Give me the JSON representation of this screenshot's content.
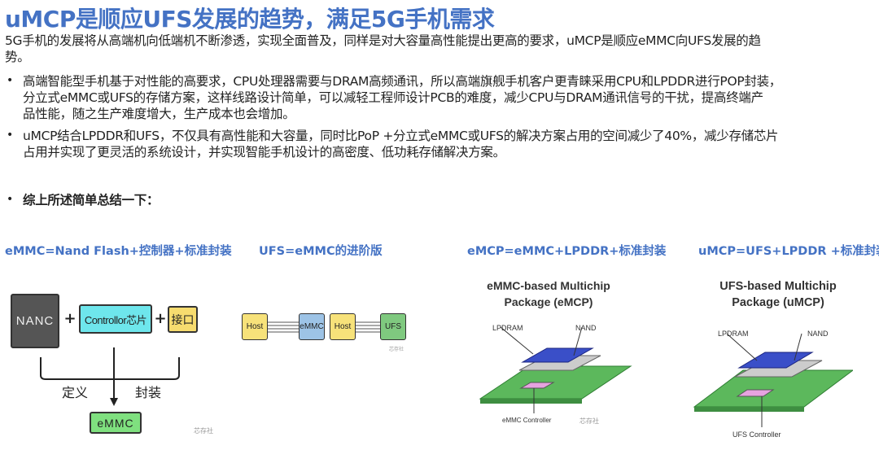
{
  "title": "uMCP是顺应UFS发展的趋势，满足5G手机需求",
  "intro": [
    "5G手机的发展将从高端机向低端机不断渗透，实现全面普及，同样是对大容量高性能提出更高的要求，uMCP是顺应eMMC向UFS发展的趋",
    "势。"
  ],
  "bullets": [
    {
      "lines": [
        "高端智能型手机基于对性能的高要求，CPU处理器需要与DRAM高频通讯，所以高端旗舰手机客户更青睐采用CPU和LPDDR进行POP封装，",
        "分立式eMMC或UFS的存储方案，这样线路设计简单，可以减轻工程师设计PCB的难度，减少CPU与DRAM通讯信号的干扰，提高终端产",
        "品性能，随之生产难度增大，生产成本也会增加。"
      ]
    },
    {
      "lines": [
        "uMCP结合LPDDR和UFS，不仅具有高性能和大容量，同时比PoP +分立式eMMC或UFS的解决方案占用的空间减少了40%，减少存储芯片",
        "占用并实现了更灵活的系统设计，并实现智能手机设计的高密度、低功耗存储解决方案。"
      ]
    },
    {
      "lines": [
        "综上所述简单总结一下："
      ]
    }
  ],
  "bullet_symbol": "•",
  "labels": [
    "eMMC=Nand Flash+控制器+标准封装",
    "UFS=eMMC的进阶版",
    "eMCP=eMMC+LPDDR+标准封装",
    "uMCP=UFS+LPDDR +标准封装"
  ],
  "emmc_diagram": {
    "nand": "NANC",
    "plus": "+",
    "controller": "Controllor芯片",
    "interface": "接口",
    "define": "定义",
    "package": "封装",
    "result": "eMMC",
    "watermark": "芯存社"
  },
  "ufs_diagram": {
    "host1": "Host",
    "emmc": "eMMC",
    "host2": "Host",
    "ufs": "UFS",
    "watermark": "芯存社"
  },
  "emcp": {
    "title1": "eMMC-based Multichip",
    "title2": "Package (eMCP)",
    "lpdram": "LPDRAM",
    "nand": "NAND",
    "controller": "eMMC Controller",
    "watermark": "芯存社"
  },
  "umcp": {
    "title1": "UFS-based Multichip",
    "title2": "Package (uMCP)",
    "lpdram": "LPDRAM",
    "nand": "NAND",
    "controller": "UFS Controller"
  },
  "colors": {
    "title": "#4472c4",
    "nand": "#555555",
    "controller": "#6ee6ec",
    "interface": "#f7dc6f",
    "emmc": "#7fe07f",
    "host": "#f7e27a",
    "emmc_chip": "#9dc3e6",
    "ufs_chip": "#7fc97f",
    "pcb": "#5cb85c",
    "dram": "#2a3fb0"
  }
}
